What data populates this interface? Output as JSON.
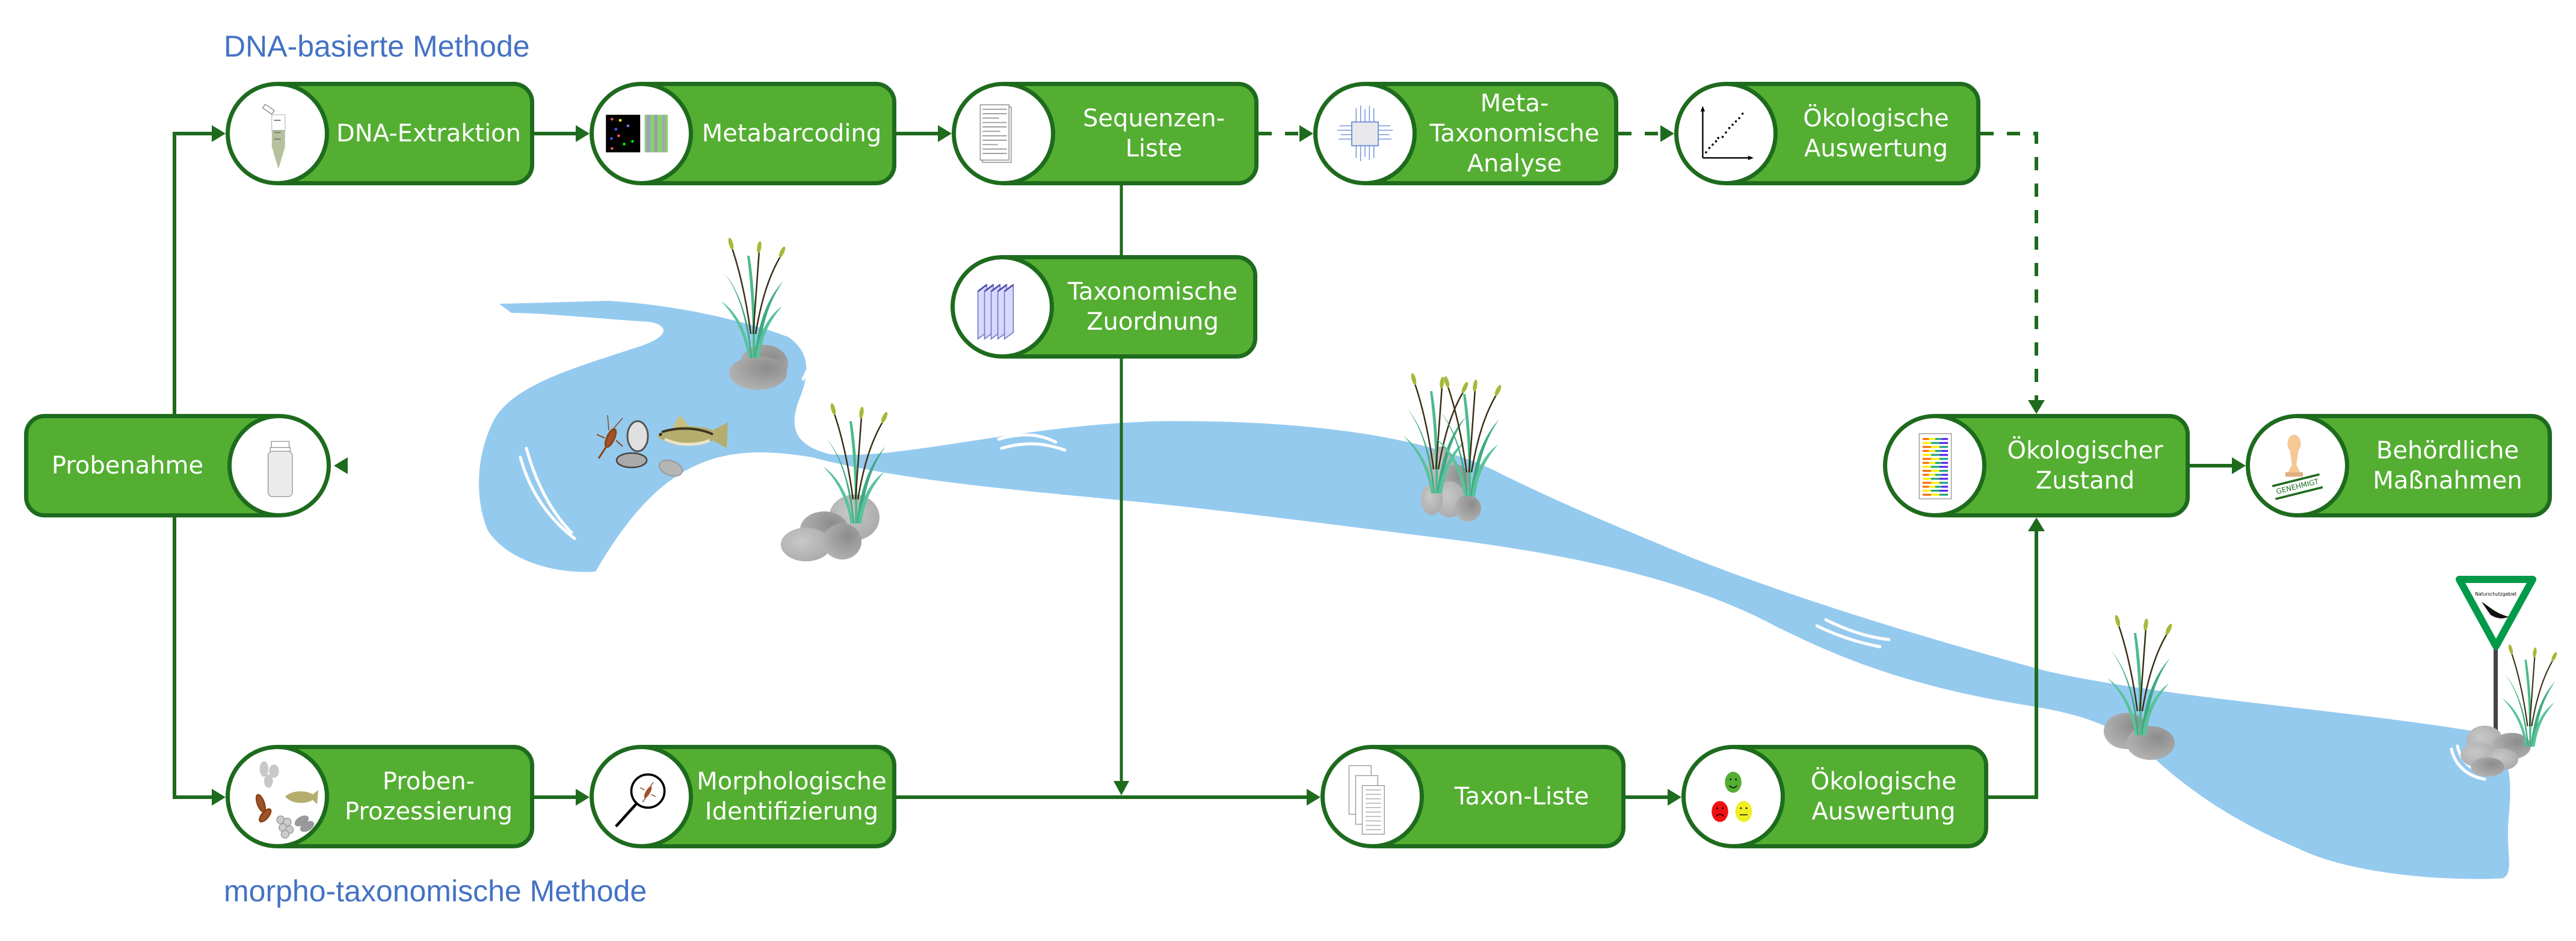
{
  "diagram": {
    "language": "de",
    "colors": {
      "node_fill": "#54ae32",
      "node_border": "#1e6b1e",
      "connector": "#1e6b1e",
      "method_title": "#4472c4",
      "river": "#95caef",
      "reed": "#4cba8c",
      "stone": "#9a9a9a",
      "sign_green": "#009a4a"
    },
    "titles": {
      "dna_method": "DNA-basierte Methode",
      "morpho_method": "morpho-taxonomische Methode"
    },
    "nodes": {
      "probenahme": {
        "label": "Probenahme",
        "icon": "sample-bottle-icon"
      },
      "dna_extraktion": {
        "label": "DNA-Extraktion",
        "icon": "test-tube-icon"
      },
      "metabarcoding": {
        "label": "Metabarcoding",
        "icon": "sequencer-image-icon"
      },
      "sequenzen_liste": {
        "label": "Sequenzen-\nListe",
        "icon": "document-list-icon"
      },
      "meta_taxonomische_analyse": {
        "label": "Meta-\nTaxonomische\nAnalyse",
        "icon": "microchip-icon"
      },
      "oekologische_auswertung_dna": {
        "label": "Ökologische\nAuswertung",
        "icon": "scatter-plot-icon"
      },
      "taxonomische_zuordnung": {
        "label": "Taxonomische\nZuordnung",
        "icon": "book-stack-icon"
      },
      "oekologischer_zustand": {
        "label": "Ökologischer\nZustand",
        "icon": "color-bar-table-icon"
      },
      "behoerdliche_massnahmen": {
        "label": "Behördliche\nMaßnahmen",
        "icon": "approval-stamp-icon",
        "stamp_text": "GENEHMIGT"
      },
      "proben_prozessierung": {
        "label": "Proben-\nProzessierung",
        "icon": "organisms-icon"
      },
      "morphologische_identifizierung": {
        "label": "Morphologische\nIdentifizierung",
        "icon": "magnifier-insect-icon"
      },
      "taxon_liste": {
        "label": "Taxon-Liste",
        "icon": "document-stack-icon"
      },
      "oekologische_auswertung_morpho": {
        "label": "Ökologische\nAuswertung",
        "icon": "smiley-rating-icon"
      }
    },
    "edges": [
      {
        "from": "probenahme",
        "to": "dna_extraktion",
        "style": "solid"
      },
      {
        "from": "dna_extraktion",
        "to": "metabarcoding",
        "style": "solid"
      },
      {
        "from": "metabarcoding",
        "to": "sequenzen_liste",
        "style": "solid"
      },
      {
        "from": "sequenzen_liste",
        "to": "meta_taxonomische_analyse",
        "style": "dashed"
      },
      {
        "from": "meta_taxonomische_analyse",
        "to": "oekologische_auswertung_dna",
        "style": "dashed"
      },
      {
        "from": "oekologische_auswertung_dna",
        "to": "oekologischer_zustand",
        "style": "dashed"
      },
      {
        "from": "sequenzen_liste",
        "to": "taxonomische_zuordnung",
        "style": "solid"
      },
      {
        "from": "taxonomische_zuordnung",
        "to": "taxon_liste",
        "style": "solid"
      },
      {
        "from": "probenahme",
        "to": "proben_prozessierung",
        "style": "solid"
      },
      {
        "from": "proben_prozessierung",
        "to": "morphologische_identifizierung",
        "style": "solid"
      },
      {
        "from": "morphologische_identifizierung",
        "to": "taxon_liste",
        "style": "solid"
      },
      {
        "from": "taxon_liste",
        "to": "oekologische_auswertung_morpho",
        "style": "solid"
      },
      {
        "from": "oekologische_auswertung_morpho",
        "to": "oekologischer_zustand",
        "style": "solid"
      },
      {
        "from": "oekologischer_zustand",
        "to": "behoerdliche_massnahmen",
        "style": "solid"
      },
      {
        "from": "river",
        "to": "probenahme",
        "style": "gradient"
      }
    ],
    "scene": {
      "river": "river",
      "sign_text": "Naturschutzgebiet",
      "decorations": [
        "reeds-with-stones",
        "fish",
        "insect-larva",
        "diatom",
        "isopod",
        "water-ripples",
        "nature-reserve-sign"
      ]
    }
  }
}
